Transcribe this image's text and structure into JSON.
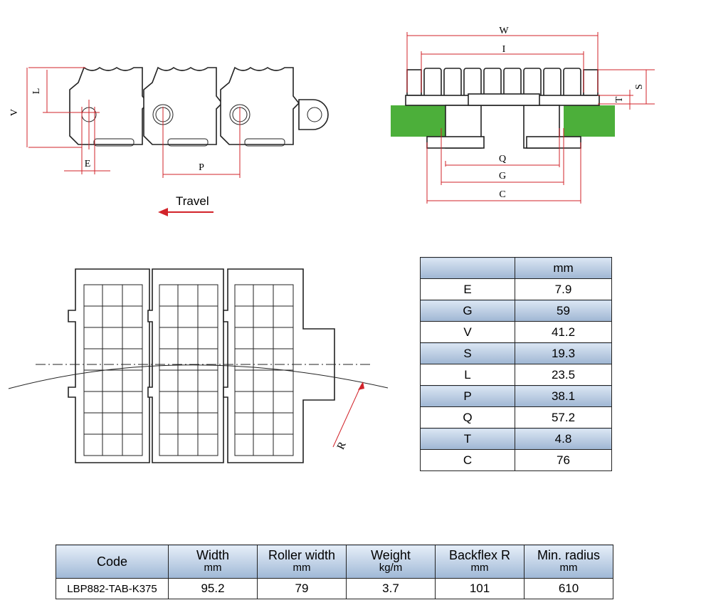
{
  "side_view": {
    "labels": {
      "v": "V",
      "l": "L",
      "e": "E",
      "p": "P"
    },
    "travel_label": "Travel"
  },
  "end_view": {
    "labels": {
      "w": "W",
      "i": "I",
      "s": "S",
      "t": "T",
      "q": "Q",
      "g": "G",
      "c": "C"
    },
    "guide_color": "#4caf3a"
  },
  "top_view": {
    "labels": {
      "r": "R"
    }
  },
  "dimension_table": {
    "header": "mm",
    "rows": [
      {
        "label": "E",
        "value": "7.9"
      },
      {
        "label": "G",
        "value": "59"
      },
      {
        "label": "V",
        "value": "41.2"
      },
      {
        "label": "S",
        "value": "19.3"
      },
      {
        "label": "L",
        "value": "23.5"
      },
      {
        "label": "P",
        "value": "38.1"
      },
      {
        "label": "Q",
        "value": "57.2"
      },
      {
        "label": "T",
        "value": "4.8"
      },
      {
        "label": "C",
        "value": "76"
      }
    ]
  },
  "spec_table": {
    "headers": [
      {
        "title": "Code",
        "unit": ""
      },
      {
        "title": "Width",
        "unit": "mm"
      },
      {
        "title": "Roller width",
        "unit": "mm"
      },
      {
        "title": "Weight",
        "unit": "kg/m"
      },
      {
        "title": "Backflex R",
        "unit": "mm"
      },
      {
        "title": "Min. radius",
        "unit": "mm"
      }
    ],
    "row": [
      "LBP882-TAB-K375",
      "95.2",
      "79",
      "3.7",
      "101",
      "610"
    ]
  },
  "colors": {
    "dimension_lines": "#d2232a",
    "table_header": "#9fb6d3",
    "guide": "#4caf3a"
  }
}
